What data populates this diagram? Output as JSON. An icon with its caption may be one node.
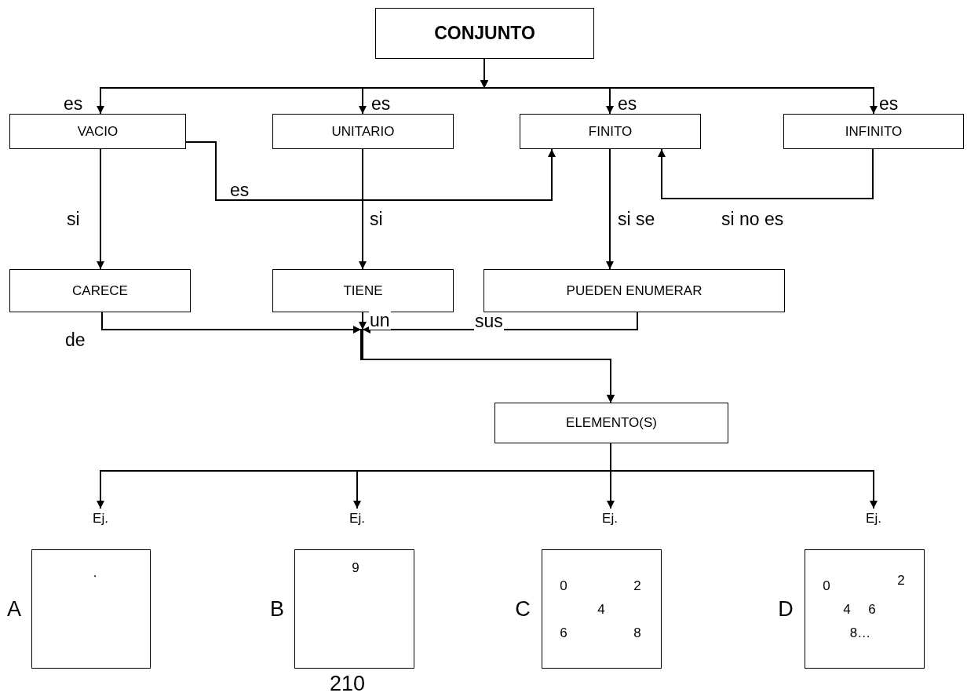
{
  "diagram": {
    "nodes": [
      {
        "text": [
          "CONJUNTO"
        ]
      },
      {
        "text": [
          "VACIO"
        ]
      },
      {
        "text": [
          "UNITARIO"
        ]
      },
      {
        "text": [
          "FINITO"
        ]
      },
      {
        "text": [
          "INFINITO"
        ]
      },
      {
        "text": [
          "CARECE"
        ]
      },
      {
        "text": [
          "TIENE"
        ]
      },
      {
        "text": [
          "PUEDEN ENUMERAR"
        ]
      },
      {
        "text": [
          "ELEMENTO(S)"
        ]
      },
      {
        "text": [
          "Ej."
        ]
      },
      {
        "text": [
          "Ej."
        ]
      },
      {
        "text": [
          "Ej."
        ]
      },
      {
        "text": [
          "Ej."
        ]
      },
      {
        "text": [
          "."
        ],
        "beside": [
          "A"
        ]
      },
      {
        "text": [
          "9"
        ],
        "beside": [
          "B"
        ]
      },
      {
        "text": [
          "0",
          "2",
          "4",
          "6",
          "8"
        ],
        "beside": [
          "C"
        ]
      },
      {
        "text": [
          "0",
          "2",
          "4",
          "6",
          "8…"
        ],
        "beside": [
          "D"
        ]
      }
    ],
    "edges": [
      {
        "from": 0,
        "to": 1,
        "arrow": "to",
        "label": "es"
      },
      {
        "from": 0,
        "to": 2,
        "arrow": "to",
        "label": "es"
      },
      {
        "from": 0,
        "to": 3,
        "arrow": "to",
        "label": "es"
      },
      {
        "from": 0,
        "to": 4,
        "arrow": "to",
        "label": "es"
      },
      {
        "from": 1,
        "to": 3,
        "arrow": "to",
        "label": "es"
      },
      {
        "from": 1,
        "to": 5,
        "arrow": "to",
        "label": "si"
      },
      {
        "from": 2,
        "to": 6,
        "arrow": "to",
        "label": "si"
      },
      {
        "from": 3,
        "to": 7,
        "arrow": "to",
        "label": "si se"
      },
      {
        "from": 4,
        "to": 3,
        "arrow": "to",
        "label": "si no es"
      },
      {
        "from": 5,
        "to": 8,
        "arrow": "to",
        "label": "de"
      },
      {
        "from": 6,
        "to": 8,
        "arrow": "to",
        "label": "un"
      },
      {
        "from": 7,
        "to": 8,
        "arrow": "to",
        "label": "sus"
      },
      {
        "from": 8,
        "to": 9,
        "arrow": "to"
      },
      {
        "from": 8,
        "to": 10,
        "arrow": "to"
      },
      {
        "from": 8,
        "to": 11,
        "arrow": "to"
      },
      {
        "from": 8,
        "to": 12,
        "arrow": "to"
      }
    ],
    "labels": [
      "210"
    ]
  }
}
